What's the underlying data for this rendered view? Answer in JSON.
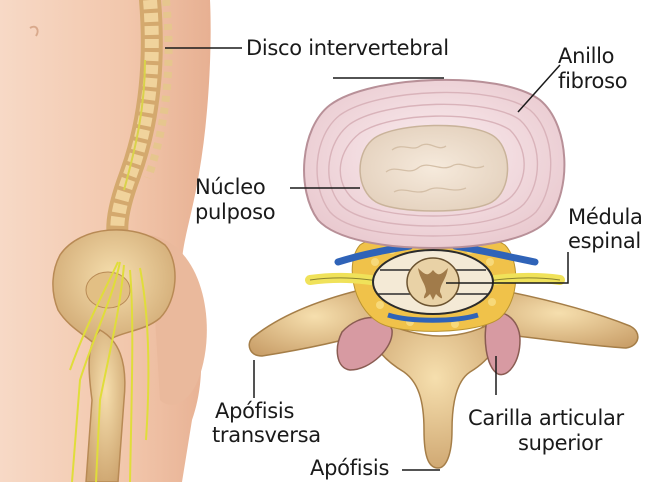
{
  "labels": {
    "disc": "Disco intervertebral",
    "annulus_1": "Anillo",
    "annulus_2": "fibroso",
    "nucleus_1": "Núcleo",
    "nucleus_2": "pulposo",
    "cord_1": "Médula",
    "cord_2": "espinal",
    "transverse_1": "Apófisis",
    "transverse_2": "transversa",
    "facet_1": "Carilla articular",
    "facet_2": "superior",
    "spinous": "Apófisis"
  }
}
